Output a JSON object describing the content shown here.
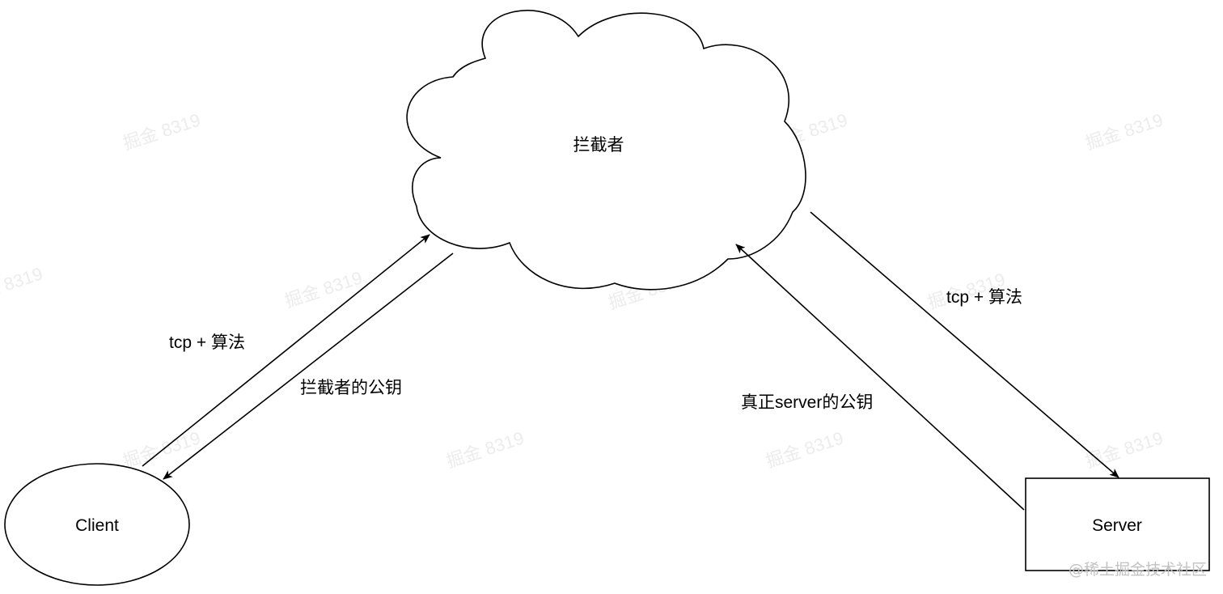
{
  "nodes": {
    "interceptor": {
      "label": "拦截者"
    },
    "client": {
      "label": "Client"
    },
    "server": {
      "label": "Server"
    }
  },
  "edges": {
    "client_to_interceptor": {
      "label": "tcp + 算法"
    },
    "interceptor_to_client": {
      "label": "拦截者的公钥"
    },
    "interceptor_to_server": {
      "label": "tcp + 算法"
    },
    "server_to_interceptor": {
      "label": "真正server的公钥"
    }
  },
  "watermark": {
    "text": "掘金 8319",
    "site": "@稀土掘金技术社区"
  },
  "colors": {
    "stroke": "#000000",
    "background": "#ffffff",
    "watermark": "#ececec",
    "site_mark": "#c2c2c2"
  }
}
